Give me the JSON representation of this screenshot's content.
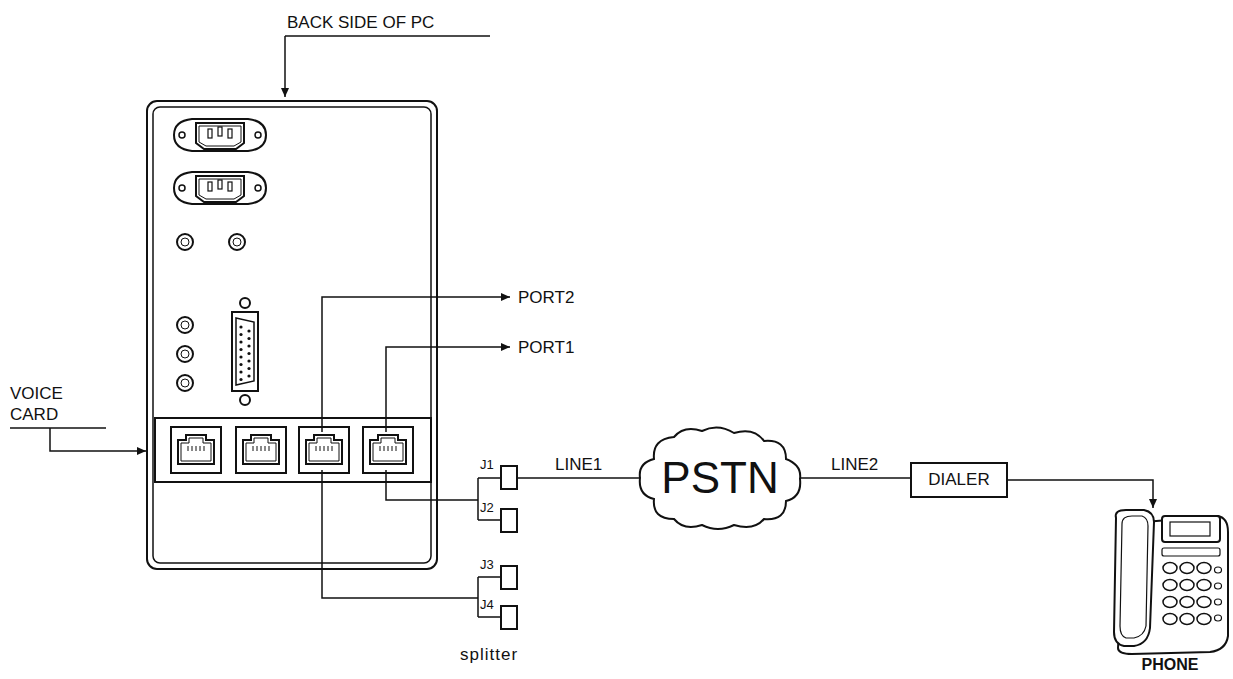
{
  "diagram": {
    "nodes": [
      {
        "text": [
          "J1"
        ]
      },
      {
        "text": [
          "J2"
        ]
      },
      {
        "text": [
          "J3"
        ]
      },
      {
        "text": [
          "J4"
        ]
      },
      {
        "text": [
          "PSTN"
        ]
      },
      {
        "text": [
          "DIALER"
        ]
      },
      {
        "text": [
          "PHONE"
        ]
      }
    ],
    "edges": [
      {
        "from": 0,
        "to": 4,
        "label": "LINE1",
        "arrow": "none"
      },
      {
        "from": 4,
        "to": 5,
        "label": "LINE2",
        "arrow": "none"
      },
      {
        "from": 5,
        "to": 6,
        "arrow": "to"
      }
    ],
    "labels": [
      "BACK SIDE OF PC",
      "VOICE CARD",
      "PORT2",
      "PORT1",
      "splitter"
    ]
  }
}
